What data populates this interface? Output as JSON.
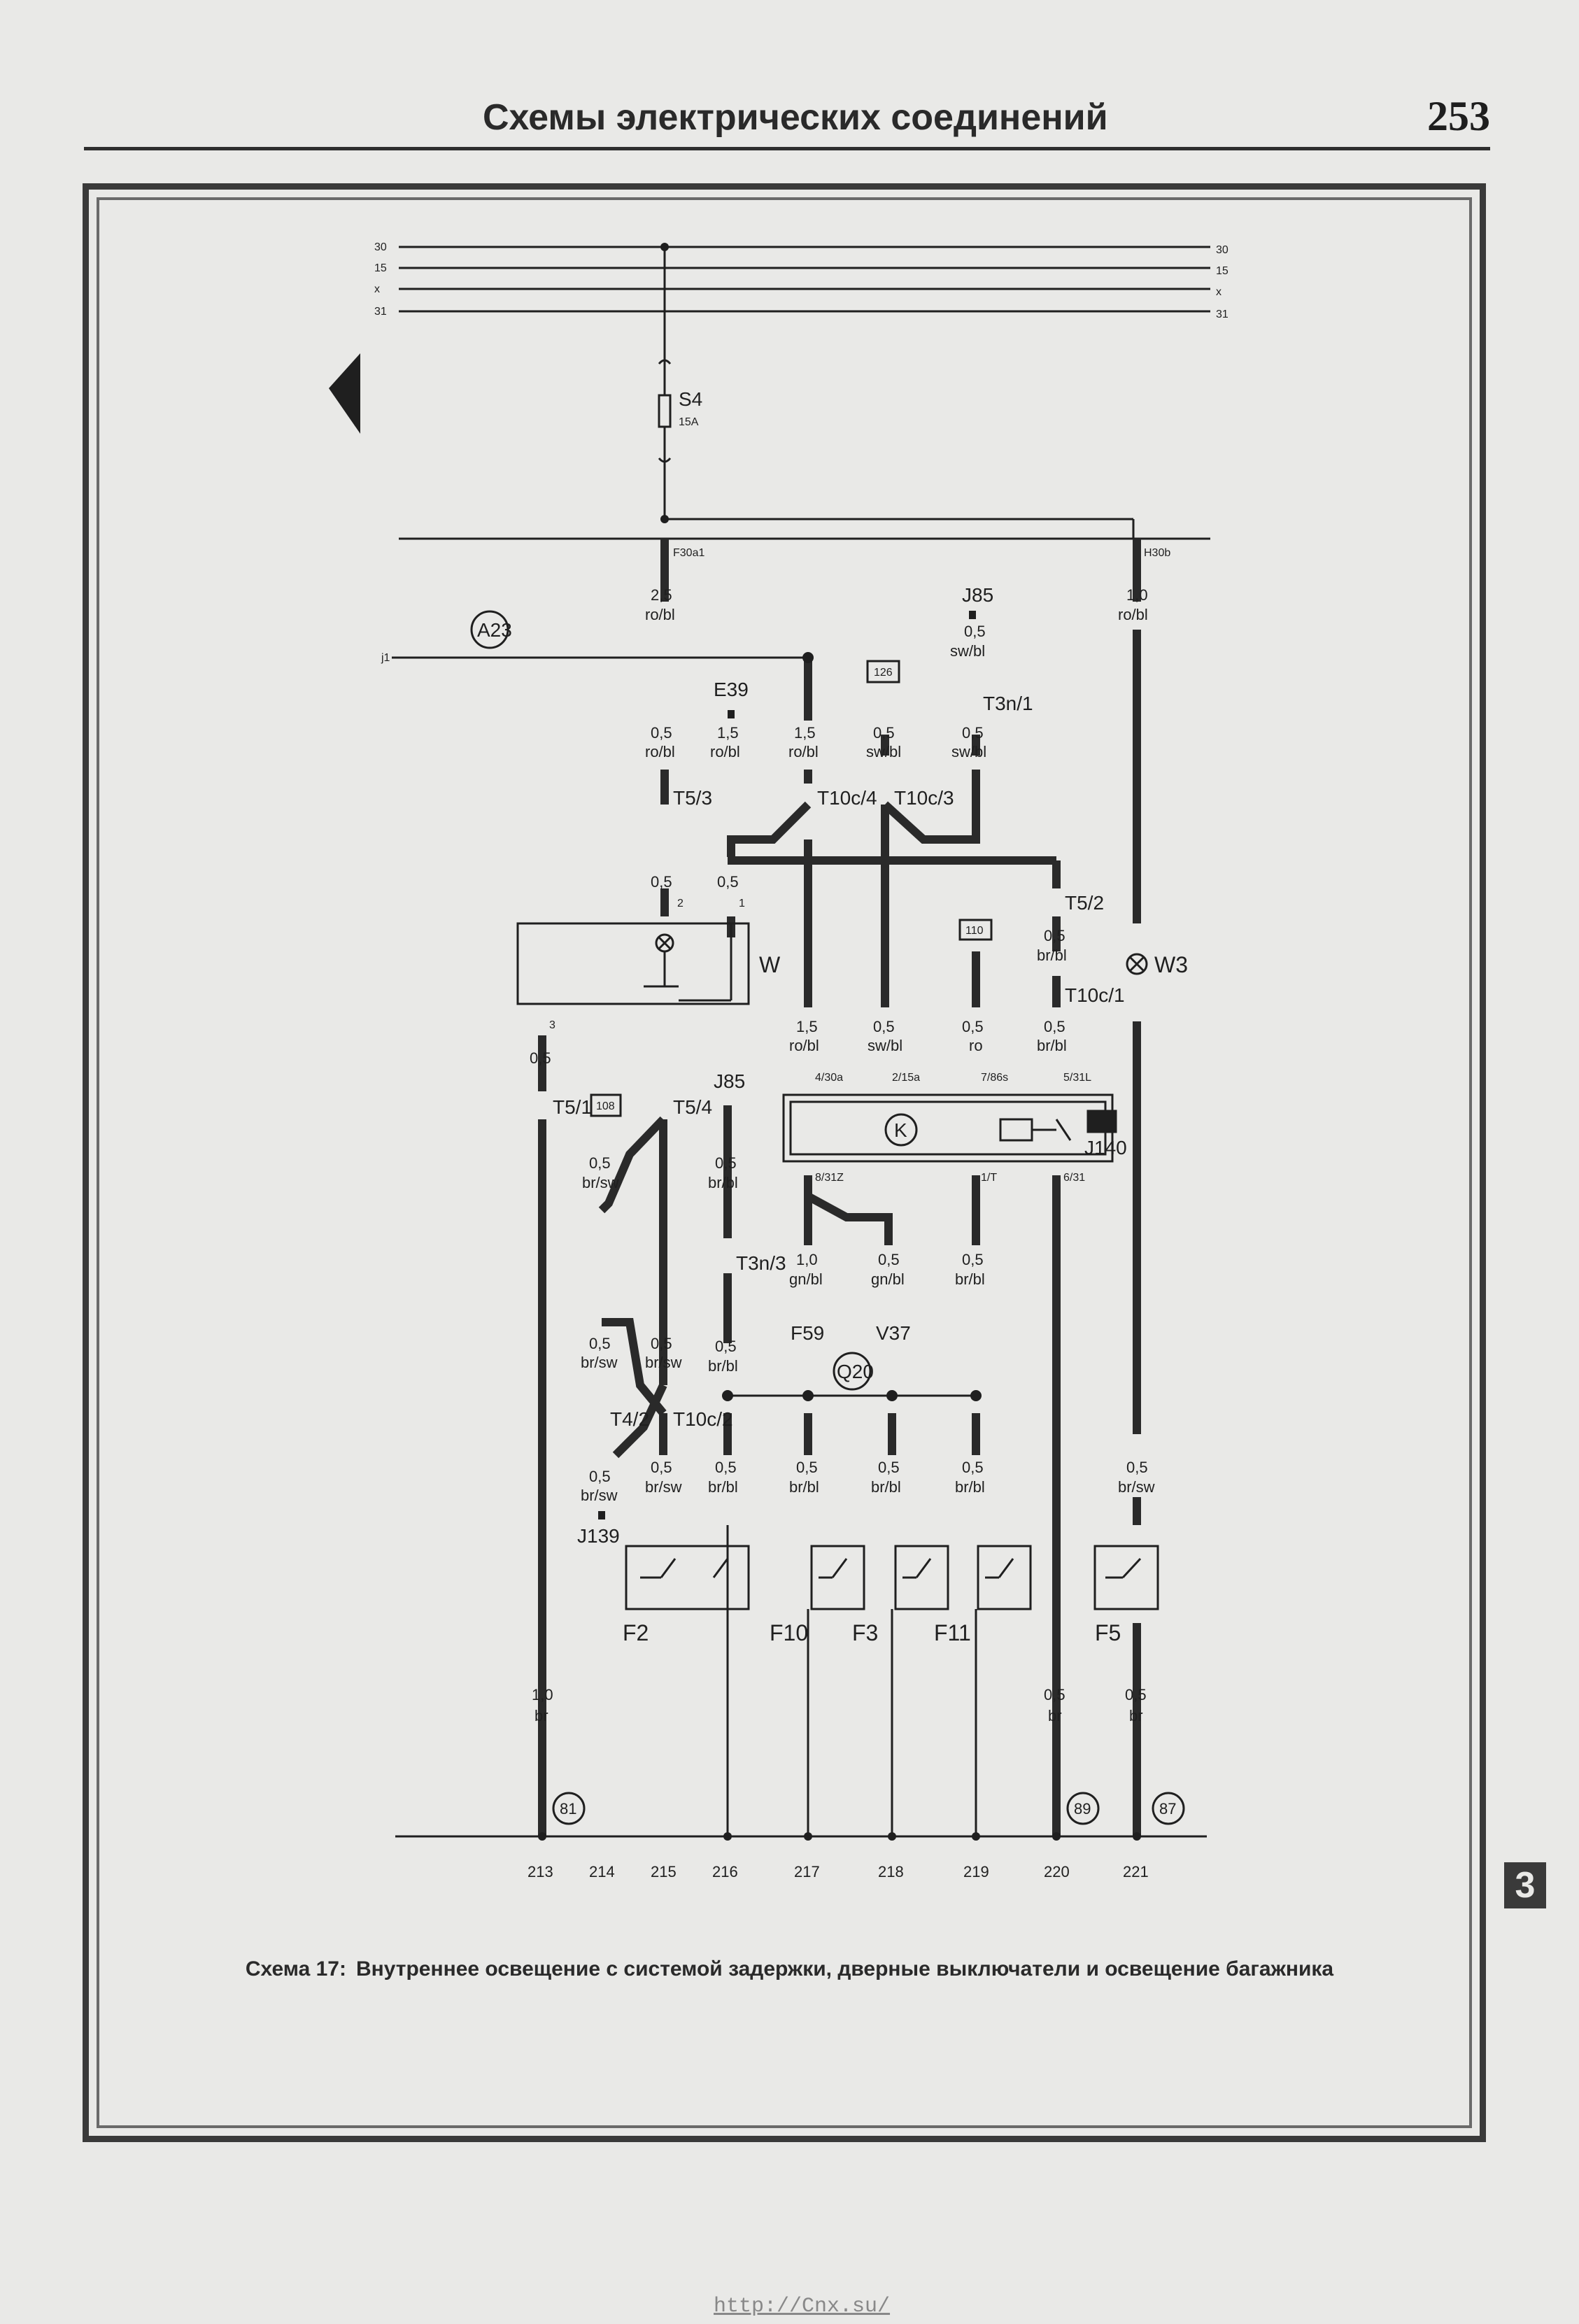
{
  "header": {
    "title": "Схемы электрических соединений",
    "page_number": "253"
  },
  "side_tab": "3",
  "bus": {
    "left": [
      "30",
      "15",
      "x",
      "31"
    ],
    "right": [
      "30",
      "15",
      "x",
      "31"
    ]
  },
  "fuse": {
    "name": "S4",
    "rating": "15A"
  },
  "connectors": {
    "f30a": "F30a1",
    "h30b": "H30b",
    "t5_3": "T5/3",
    "t10c_4": "T10c/4",
    "t10c_3": "T10c/3",
    "t3n_1": "T3n/1",
    "t5_2": "T5/2",
    "t10c_1": "T10c/1",
    "t5_1": "T5/1",
    "t5_4": "T5/4",
    "t3n_3": "T3n/3",
    "t4_2": "T4/2",
    "t10c_2": "T10c/2"
  },
  "components": {
    "a23": "A23",
    "j1": "j1",
    "e39": "E39",
    "j85_top": "J85",
    "j85_mid": "J85",
    "box126": "126",
    "box110": "110",
    "box108": "108",
    "w": "W",
    "w3": "W3",
    "k": "K",
    "j140": "J140",
    "f59": "F59",
    "v37": "V37",
    "q20": "Q20",
    "j139": "J139",
    "f2": "F2",
    "f10": "F10",
    "f3": "F3",
    "f11": "F11",
    "f5": "F5"
  },
  "wires": {
    "w_25": [
      "2,5",
      "ro/bl"
    ],
    "w_10_top": [
      "1,0",
      "ro/bl"
    ],
    "w_j85_top": [
      "0,5",
      "sw/bl"
    ],
    "w_c1": [
      "0,5",
      "ro/bl"
    ],
    "w_c2": [
      "1,5",
      "ro/bl"
    ],
    "w_c3": [
      "1,5",
      "ro/bl"
    ],
    "w_c4": [
      "0,5",
      "sw/bl"
    ],
    "w_c5": [
      "0,5",
      "sw/bl"
    ],
    "w_lamp2": [
      "0,5",
      "2"
    ],
    "w_lamp1": [
      "0,5",
      "1"
    ],
    "w_t52": [
      "0,5",
      "br/bl"
    ],
    "w_m1": [
      "1,5",
      "ro/bl"
    ],
    "w_m2": [
      "0,5",
      "sw/bl"
    ],
    "w_m3": [
      "0,5",
      "ro"
    ],
    "w_m4": [
      "0,5",
      "br/bl"
    ],
    "w_3": [
      "3",
      "0,5"
    ],
    "w_108": [
      "0,5",
      "br/sw"
    ],
    "w_j85": [
      "0,5",
      "br/bl"
    ],
    "w_f59": [
      "1,0",
      "gn/bl"
    ],
    "w_v37": [
      "0,5",
      "gn/bl"
    ],
    "w_r1t": [
      "0,5",
      "br/bl"
    ],
    "w_l1": [
      "0,5",
      "br/sw"
    ],
    "w_l2": [
      "0,5",
      "br/sw"
    ],
    "w_l3": [
      "0,5",
      "br/bl"
    ],
    "w_l4": [
      "0,5",
      "br/sw"
    ],
    "w_b1": [
      "0,5",
      "br/sw"
    ],
    "w_b2": [
      "0,5",
      "br/bl"
    ],
    "w_b3": [
      "0,5",
      "br/bl"
    ],
    "w_b4": [
      "0,5",
      "br/bl"
    ],
    "w_b5": [
      "0,5",
      "br/bl"
    ],
    "w_b6": [
      "0,5",
      "br/sw"
    ],
    "w_gnd1": [
      "1,0",
      "br"
    ],
    "w_gnd2": [
      "0,5",
      "br"
    ],
    "w_gnd3": [
      "0,5",
      "br"
    ]
  },
  "pins": {
    "p4_30a": "4/30a",
    "p2_15a": "2/15a",
    "p7_86s": "7/86s",
    "p5_31l": "5/31L",
    "p8_31z": "8/31Z",
    "p1t": "1/T",
    "p6_31": "6/31"
  },
  "ground_points": [
    "81",
    "89",
    "87"
  ],
  "tracks": [
    "213",
    "214",
    "215",
    "216",
    "217",
    "218",
    "219",
    "220",
    "221"
  ],
  "caption": {
    "label": "Схема 17:",
    "text": "Внутреннее освещение с системой задержки, дверные выключатели и освещение багажника"
  },
  "watermark": "http://Cnx.su/",
  "colors": {
    "ink": "#1f1f1f",
    "paper": "#e9e9e7",
    "frame": "#3a3a3a"
  }
}
